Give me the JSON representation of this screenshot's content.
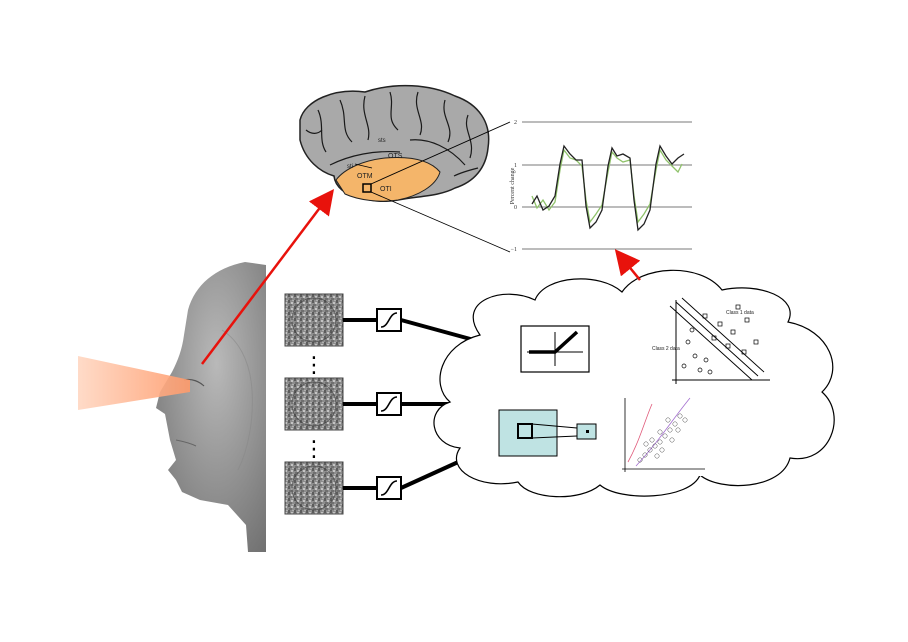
{
  "brain": {
    "labels": {
      "sts": "sts",
      "sti": "sti",
      "ots": "OTS",
      "otm": "OTM",
      "oti": "OTI"
    },
    "colors": {
      "cortex": "#a9a9a9",
      "highlight": "#f4b56a"
    }
  },
  "fmri_plot": {
    "ylabel": "Percent change",
    "y_ticks": [
      "2",
      "1",
      "0",
      "−1"
    ],
    "colors": {
      "series_dark": "#222222",
      "series_light": "#8fc26a"
    }
  },
  "classifier_cloud": {
    "class1_label": "Class 1 data",
    "class2_label": "Class 2 data"
  },
  "filter_bank": {
    "count": 3,
    "ellipsis": "⋮"
  },
  "arrows": {
    "color": "#e8120c"
  }
}
